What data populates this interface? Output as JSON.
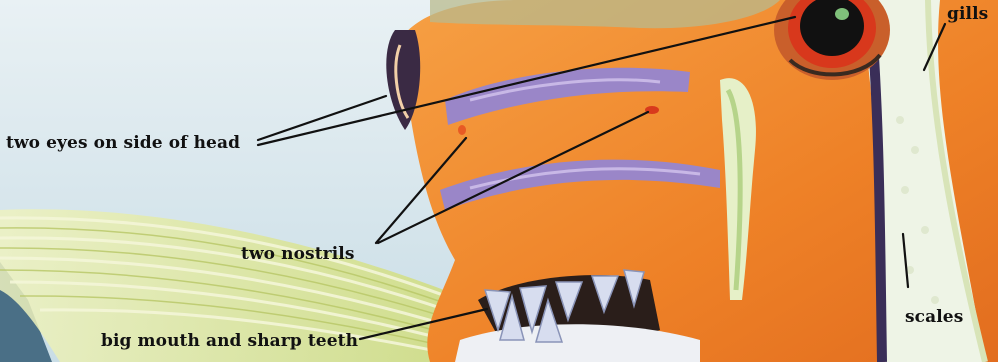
{
  "labels": {
    "eyes": "two eyes on side of head",
    "nostrils": "two nostrils",
    "mouth": "big mouth and sharp teeth",
    "gills": "gills",
    "scales": "scales"
  },
  "colors": {
    "water": "#dfeaf0",
    "fish_body": "#f08a2c",
    "stripe_purple": "#9a86c8",
    "white_band": "#eef4e6",
    "eye_red": "#d8381c",
    "fin_yellow": "#d8e08a",
    "leader_line": "#111111"
  }
}
